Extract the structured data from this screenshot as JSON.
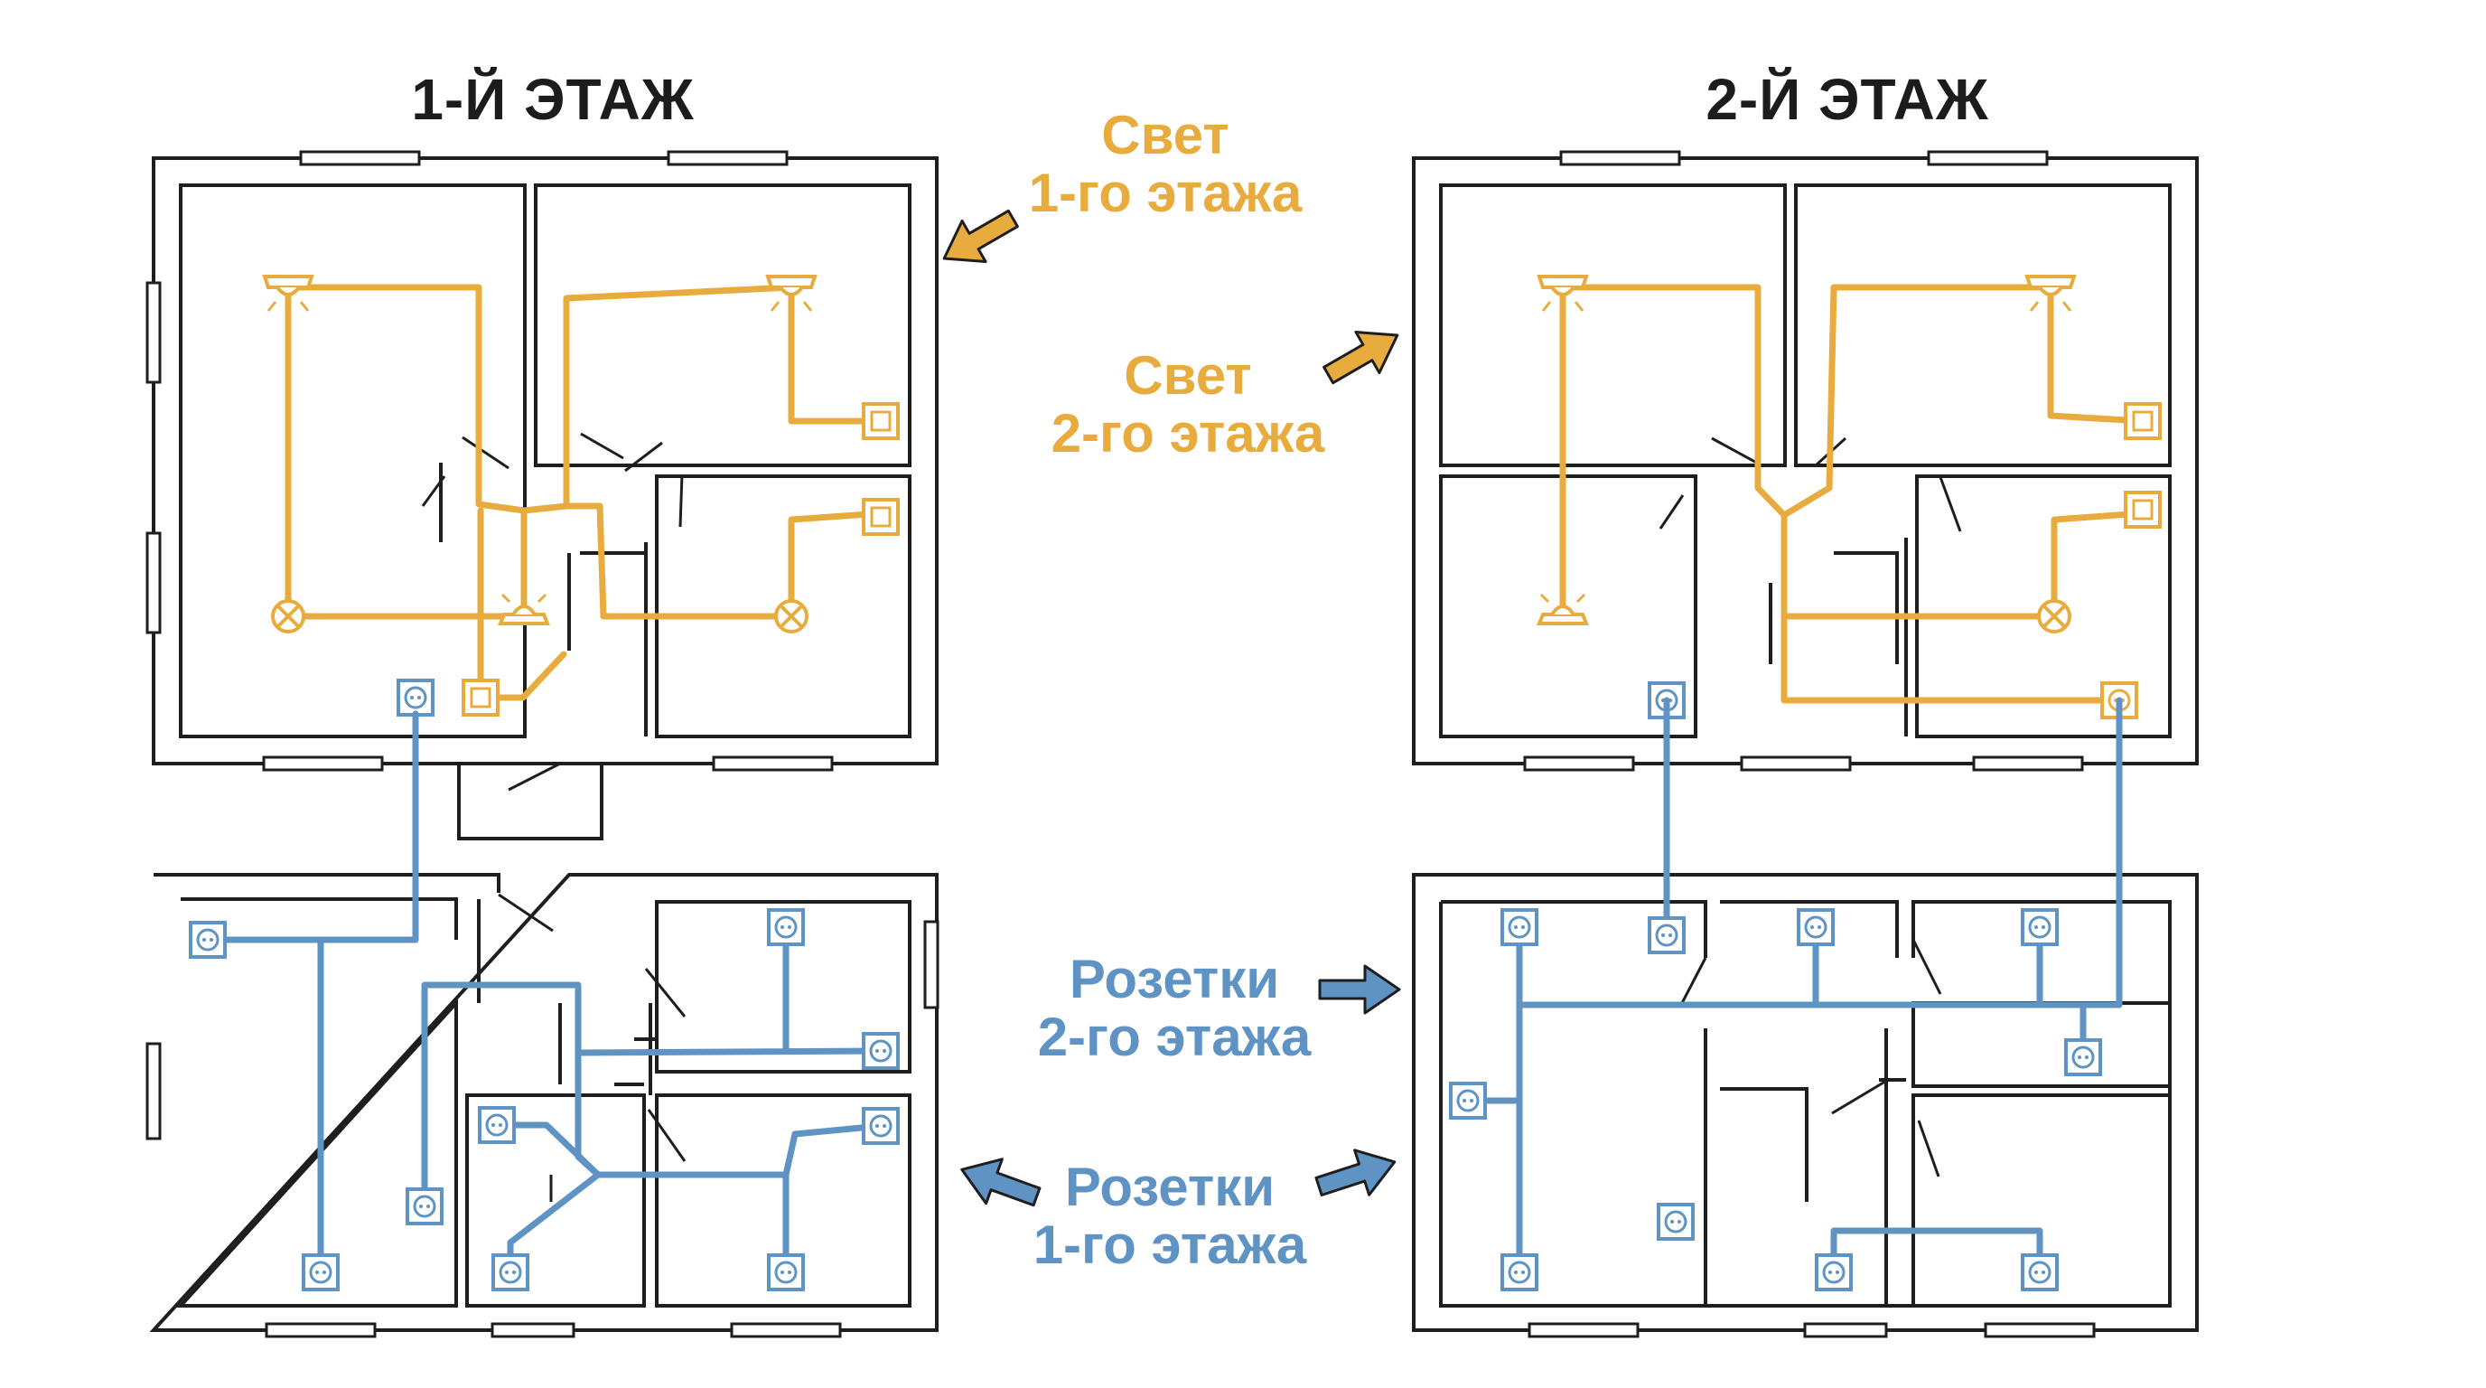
{
  "titles": {
    "floor1": "1-Й ЭТАЖ",
    "floor2": "2-Й ЭТАЖ"
  },
  "labels": {
    "light_floor1": {
      "line1": "Свет",
      "line2": "1-го этажа"
    },
    "light_floor2": {
      "line1": "Свет",
      "line2": "2-го этажа"
    },
    "sockets_floor2": {
      "line1": "Розетки",
      "line2": "2-го этажа"
    },
    "sockets_floor1": {
      "line1": "Розетки",
      "line2": "1-го этажа"
    }
  },
  "colors": {
    "light": "#E8AC3E",
    "sockets": "#5E93C4",
    "walls": "#1E1E1E",
    "title": "#1C1C1C"
  },
  "icons": {
    "ceiling_lamp": "ceiling-lamp-icon",
    "lamp_x": "lamp-x-icon",
    "switch": "switch-icon",
    "socket": "socket-icon",
    "arrow": "arrow-icon"
  }
}
